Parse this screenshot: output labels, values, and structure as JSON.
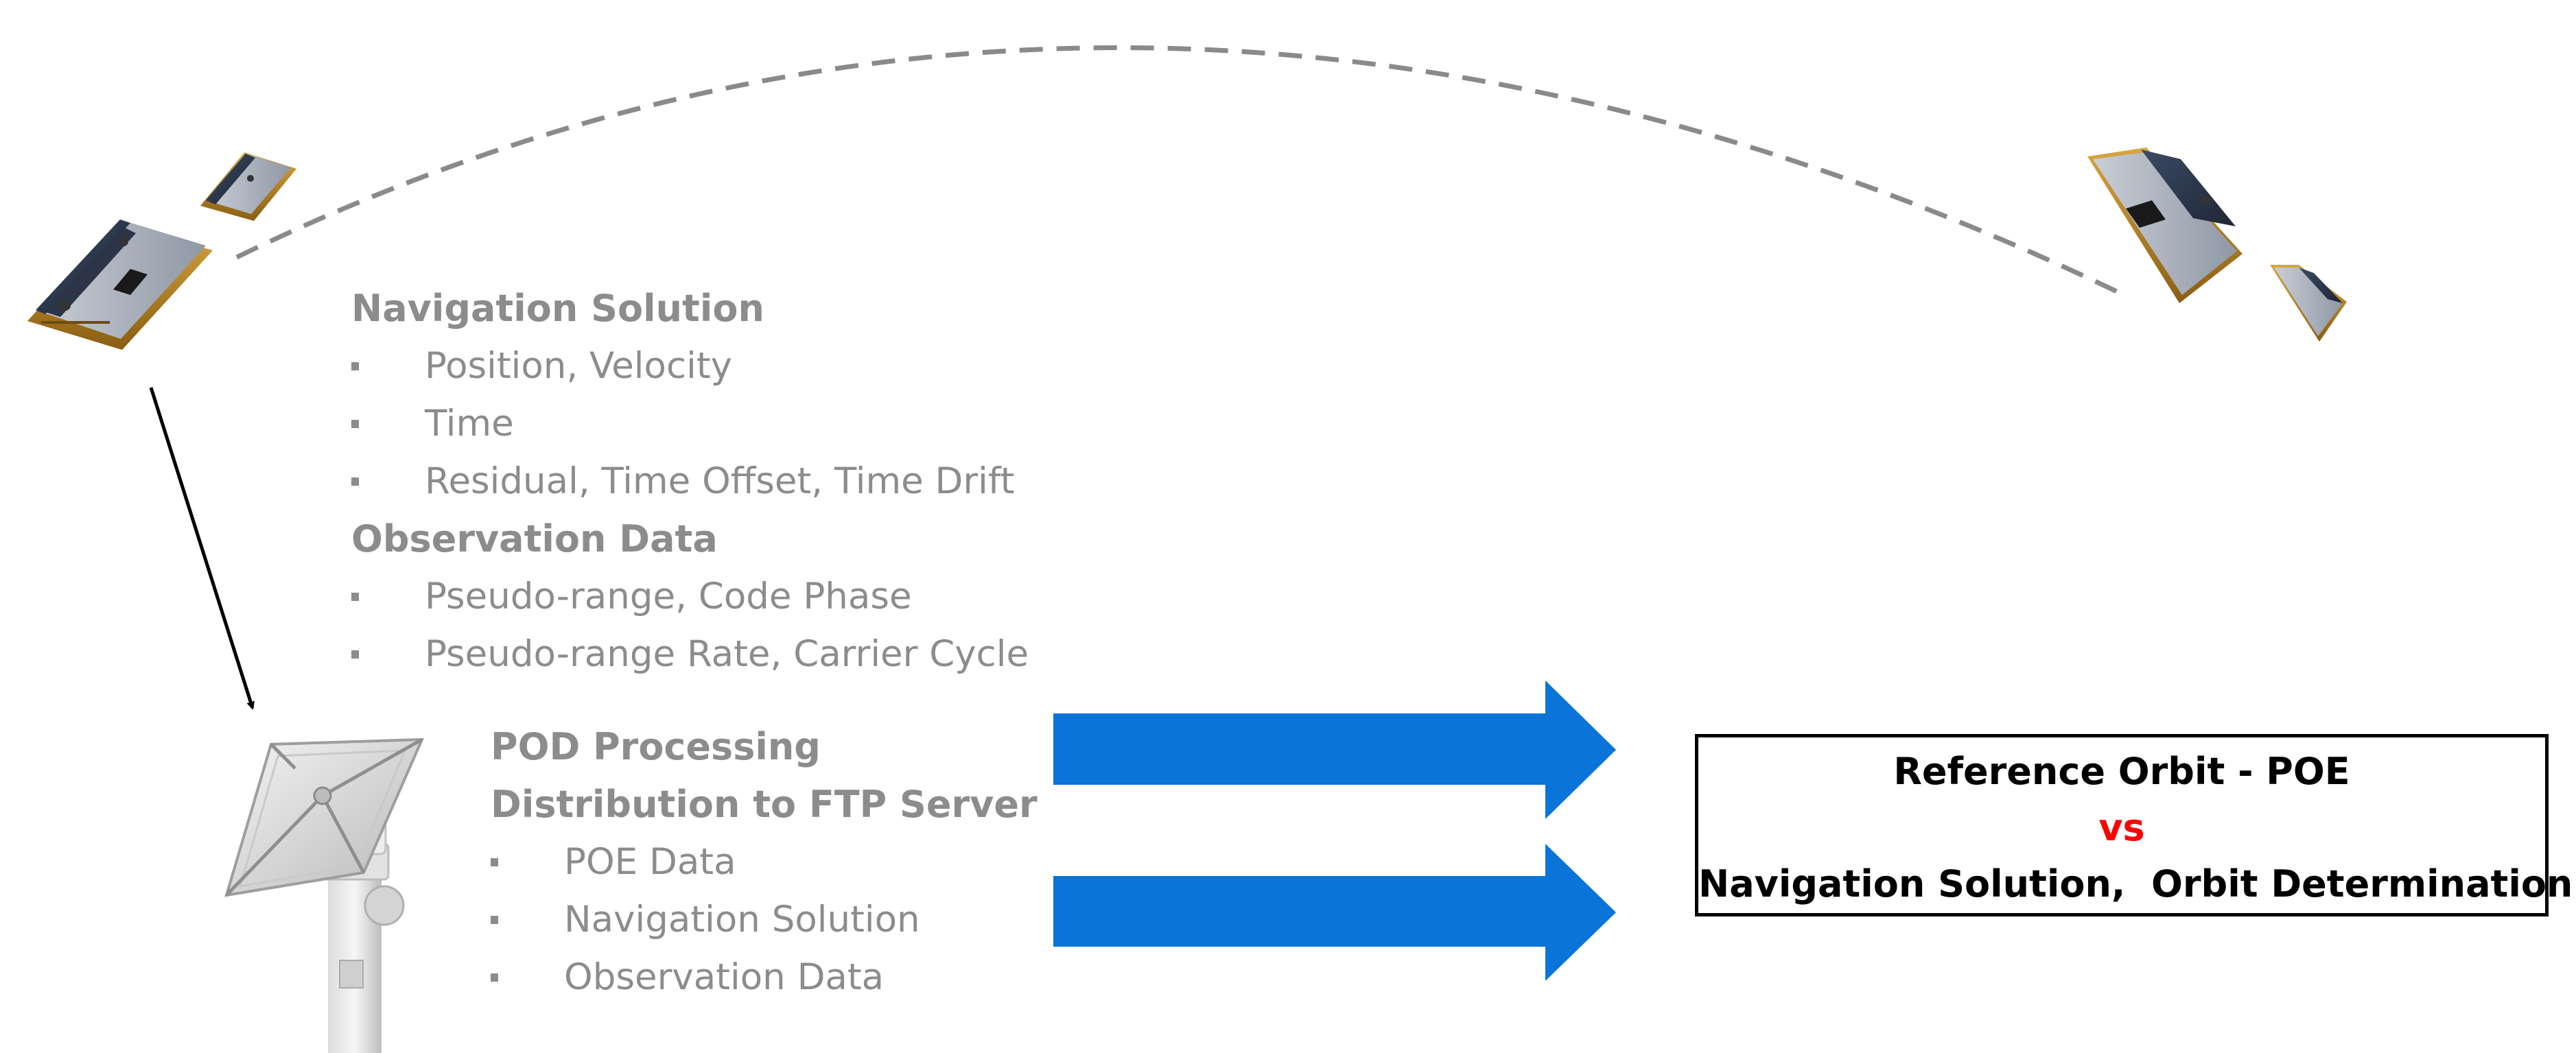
{
  "navigation_block": {
    "heading": "Navigation Solution",
    "items": [
      "Position, Velocity",
      "Time",
      "Residual, Time Offset, Time Drift"
    ]
  },
  "observation_block": {
    "heading": "Observation Data",
    "items": [
      "Pseudo-range, Code Phase",
      "Pseudo-range Rate, Carrier Cycle"
    ]
  },
  "pod_block": {
    "heading_1": "POD Processing",
    "heading_2": "Distribution to FTP Server",
    "items": [
      "POE Data",
      "Navigation Solution",
      "Observation Data"
    ]
  },
  "result_box": {
    "line_1": "Reference Orbit - POE",
    "line_2": "vs",
    "line_3": "Navigation Solution,  Orbit Determination"
  },
  "colors": {
    "text_gray": "#8c8c8c",
    "arrow_blue": "#0a74d8",
    "vs_red": "#ff0000",
    "orbit_dash": "#8a8a8a"
  }
}
